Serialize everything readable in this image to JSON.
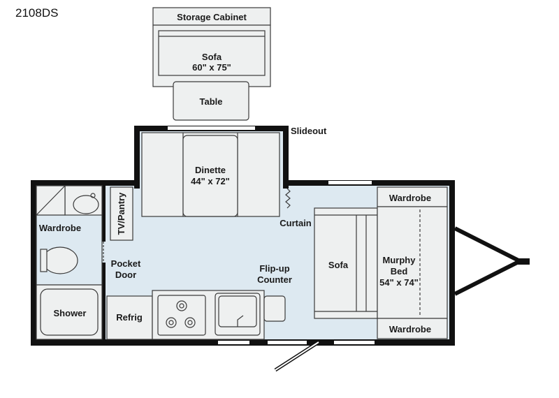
{
  "model_name": "2108DS",
  "labels": {
    "storage_cabinet": "Storage Cabinet",
    "slideout_sofa": "Sofa",
    "slideout_sofa_size": "60\" x 75\"",
    "table": "Table",
    "slideout": "Slideout",
    "dinette": "Dinette",
    "dinette_size": "44\" x 72\"",
    "tv_pantry": "TV/Pantry",
    "wardrobe_bath": "Wardrobe",
    "curtain": "Curtain",
    "pocket_door_1": "Pocket",
    "pocket_door_2": "Door",
    "flipup_1": "Flip-up",
    "flipup_2": "Counter",
    "sofa": "Sofa",
    "murphy_1": "Murphy",
    "murphy_2": "Bed",
    "murphy_size": "54\" x 74\"",
    "wardrobe_top": "Wardrobe",
    "wardrobe_bottom": "Wardrobe",
    "shower": "Shower",
    "refrig": "Refrig"
  }
}
